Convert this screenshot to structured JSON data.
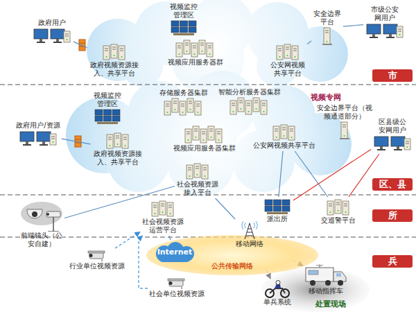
{
  "diagram": {
    "nodes": [
      {
        "text": [
          "政府用户"
        ]
      },
      {
        "text": [
          "视频监控管理区"
        ]
      },
      {
        "text": [
          "视频应用服务器群"
        ]
      },
      {
        "text": [
          "政府视频资源接入、共享平台"
        ]
      },
      {
        "text": [
          "公安网视频共享平台"
        ]
      },
      {
        "text": [
          "安全边界平台"
        ]
      },
      {
        "text": [
          "市级公安网用户"
        ]
      },
      {
        "text": [
          "市"
        ]
      },
      {
        "text": [
          "存储服务器集群"
        ]
      },
      {
        "text": [
          "智能分析服务器集群"
        ]
      },
      {
        "text": [
          "视频监控管理区"
        ]
      },
      {
        "text": [
          "政府用户/资源"
        ]
      },
      {
        "text": [
          "政府视频资源接入、共享平台"
        ]
      },
      {
        "text": [
          "视频应用服务器集群"
        ]
      },
      {
        "text": [
          "公安网视频共享平台"
        ]
      },
      {
        "text": [
          "安全边界平台（视频通道部分）"
        ]
      },
      {
        "text": [
          "区县级公安网用户"
        ]
      },
      {
        "text": [
          "社会视频资源接入平台"
        ]
      },
      {
        "text": [
          "区、县"
        ]
      },
      {
        "text": [
          "前端镜头（公安自建）"
        ]
      },
      {
        "text": [
          "社会视频资源运营平台"
        ]
      },
      {
        "text": [
          "派出所"
        ]
      },
      {
        "text": [
          "交巡警平台"
        ]
      },
      {
        "text": [
          "所"
        ]
      },
      {
        "text": [
          "公共传输网络"
        ]
      },
      {
        "text": [
          "Internet"
        ],
        "in": 24
      },
      {
        "text": [
          "移动网络"
        ],
        "in": 24
      },
      {
        "text": [
          "行业单位视频资源"
        ]
      },
      {
        "text": [
          "社会单位视频资源"
        ]
      },
      {
        "text": [
          "移动指挥车"
        ]
      },
      {
        "text": [
          "单兵系统"
        ]
      },
      {
        "text": [
          "兵"
        ]
      }
    ],
    "edges": [
      {
        "from": 0,
        "to": 3,
        "arrow": "none"
      },
      {
        "from": 6,
        "to": 5,
        "arrow": "none"
      },
      {
        "from": 5,
        "to": 4,
        "arrow": "none"
      },
      {
        "from": 11,
        "to": 12,
        "arrow": "none"
      },
      {
        "from": 16,
        "to": 15,
        "arrow": "none"
      },
      {
        "from": 15,
        "to": 14,
        "arrow": "none"
      },
      {
        "from": 19,
        "to": 17,
        "arrow": "none"
      },
      {
        "from": 20,
        "to": 17,
        "arrow": "none"
      },
      {
        "from": 25,
        "to": 20,
        "arrow": "none"
      },
      {
        "from": 26,
        "to": 17,
        "arrow": "none"
      },
      {
        "from": 21,
        "to": 14,
        "arrow": "none"
      },
      {
        "from": 22,
        "to": 14,
        "arrow": "none"
      },
      {
        "from": 16,
        "to": 21,
        "arrow": "none"
      },
      {
        "from": 16,
        "to": 22,
        "arrow": "none"
      },
      {
        "from": 27,
        "to": 20,
        "arrow": "to"
      },
      {
        "from": 28,
        "to": 20,
        "arrow": "to"
      },
      {
        "from": 26,
        "to": 29,
        "arrow": "both"
      },
      {
        "from": 30,
        "to": 26,
        "arrow": "both"
      }
    ],
    "labels": [
      "视频专网",
      "处置现场"
    ]
  }
}
